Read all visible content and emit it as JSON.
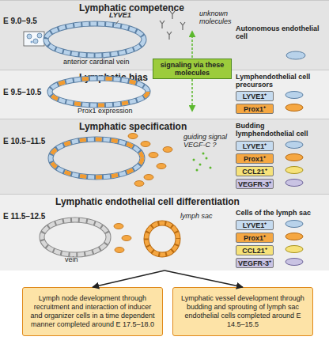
{
  "diagram": {
    "nodes": [
      {
        "text": [
          "Lymphatic competence",
          "E 9.0–9.5",
          "Autonomous endothelial cell"
        ]
      },
      {
        "text": [
          "signaling via these molecules"
        ]
      },
      {
        "text": [
          "Lymphatic bias",
          "E 9.5–10.5",
          "Lymphendothelial cell precursors"
        ]
      },
      {
        "text": [
          "LYVE1⁺"
        ],
        "in": 2
      },
      {
        "text": [
          "Prox1⁺"
        ],
        "in": 2
      },
      {
        "text": [
          "Lymphatic specification",
          "E 10.5–11.5",
          "Budding lymphendothelial cell"
        ]
      },
      {
        "text": [
          "LYVE1⁺"
        ],
        "in": 5
      },
      {
        "text": [
          "Prox1⁺"
        ],
        "in": 5
      },
      {
        "text": [
          "CCL21⁺"
        ],
        "in": 5
      },
      {
        "text": [
          "VEGFR-3⁺"
        ],
        "in": 5
      },
      {
        "text": [
          "Lymphatic endothelial cell differentiation",
          "E 11.5–12.5",
          "Cells of the lymph sac"
        ]
      },
      {
        "text": [
          "LYVE1⁺"
        ],
        "in": 10
      },
      {
        "text": [
          "Prox1⁺"
        ],
        "in": 10
      },
      {
        "text": [
          "CCL21⁺"
        ],
        "in": 10
      },
      {
        "text": [
          "VEGFR-3⁺"
        ],
        "in": 10
      },
      {
        "text": [
          "Lymph node development through recruitment and interaction of inducer and organizer cells in a time dependent manner completed around E 17.5–18.0"
        ]
      },
      {
        "text": [
          "Lymphatic vessel development through budding and sprouting of lymph sac endothelial cells completed around E 14.5–15.5"
        ]
      }
    ],
    "edges": [
      {
        "from": 10,
        "to": 15,
        "arrow": "to"
      },
      {
        "from": 10,
        "to": 16,
        "arrow": "to"
      }
    ],
    "labels": [
      "LYVE1",
      "anterior cardinal vein",
      "unknown molecules",
      "Prox1 expression",
      "guiding signal VEGF-C ?",
      "vein",
      "lymph sac"
    ]
  }
}
